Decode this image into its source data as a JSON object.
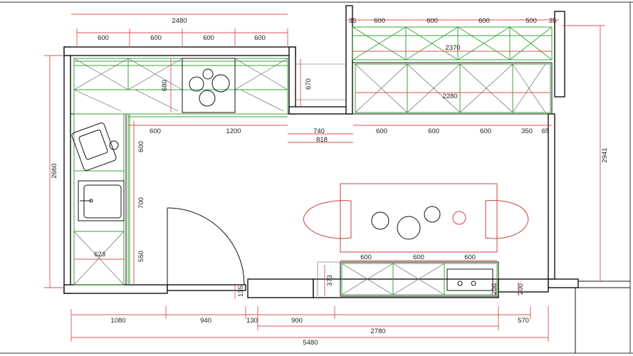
{
  "dimensions": {
    "top_overall": "2480",
    "top_modules": [
      "600",
      "600",
      "600",
      "600"
    ],
    "right_top_modules": [
      "35",
      "600",
      "600",
      "600",
      "500",
      "35"
    ],
    "right_upper_length": "2370",
    "right_lower_length": "2280",
    "cooktop_depth": "680",
    "niche_depth": "670",
    "left_height": "2660",
    "right_height": "2941",
    "mid_row": [
      "600",
      "1200",
      "740",
      "818",
      "600",
      "600",
      "600",
      "350",
      "65"
    ],
    "left_column": [
      "600",
      "700",
      "550"
    ],
    "sink_width": "623",
    "island_modules": [
      "600",
      "600",
      "600"
    ],
    "bottom_run_depth": "373",
    "bottom_small": [
      "200",
      "200"
    ],
    "bottom_segments": [
      "1080",
      "940",
      "130",
      "900",
      "570"
    ],
    "door_gap": "135",
    "bottom_run_length": "2780",
    "overall_width": "5480"
  },
  "colors": {
    "dimension": "#e05050",
    "cabinet_outline": "#3aa63a",
    "wall": "#111111",
    "furniture": "#c84040"
  }
}
